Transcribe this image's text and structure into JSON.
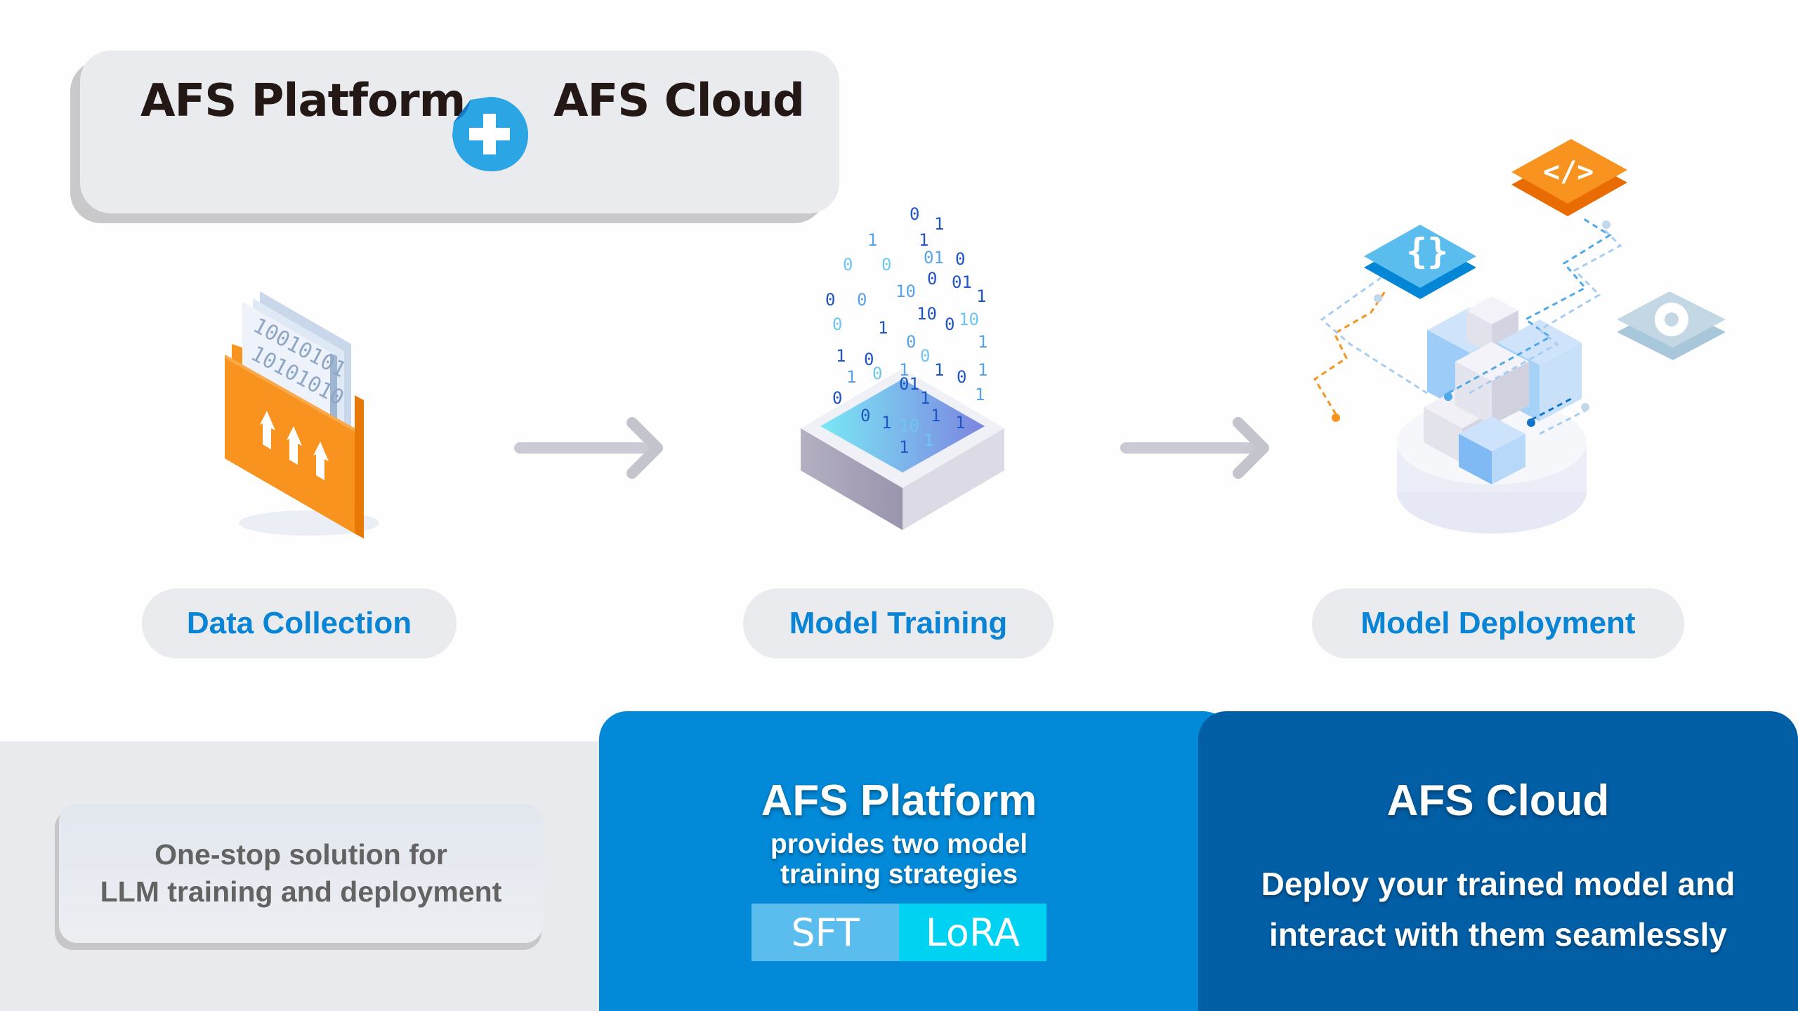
{
  "header": {
    "left_product": "AFS Platform",
    "right_product": "AFS Cloud",
    "combine_icon": "plus-icon"
  },
  "workflow": {
    "steps": [
      {
        "label": "Data Collection",
        "icon": "folder-upload-icon",
        "file_text": [
          "10010101",
          "10101010"
        ]
      },
      {
        "label": "Model Training",
        "icon": "training-box-icon"
      },
      {
        "label": "Model Deployment",
        "icon": "deployment-cubes-icon",
        "satellites": [
          "code-brackets-icon",
          "curly-braces-icon",
          "gear-icon"
        ]
      }
    ],
    "connector_icon": "arrow-right-icon"
  },
  "summary": {
    "lines": [
      "One-stop solution for",
      "LLM training and deployment"
    ]
  },
  "platform_panel": {
    "title": "AFS Platform",
    "subtitle_lines": [
      "provides two model",
      "training strategies"
    ],
    "strategies": [
      "SFT",
      "LoRA"
    ]
  },
  "cloud_panel": {
    "title": "AFS Cloud",
    "subtitle_lines": [
      "Deploy your trained model and",
      "interact with them seamlessly"
    ]
  },
  "colors": {
    "accent_blue": "#0a84d4",
    "platform_blue": "#0289d7",
    "cloud_blue": "#025ea5",
    "orange": "#f7931e",
    "sft": "#5bbcee",
    "lora": "#00d3f2"
  }
}
